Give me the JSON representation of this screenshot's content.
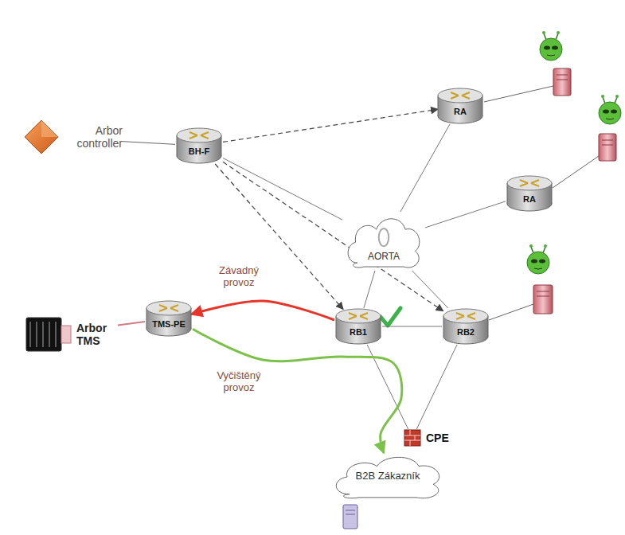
{
  "diagram": {
    "nodes": [
      {
        "text": [
          "Arbor controller"
        ]
      },
      {
        "text": [
          "BH-F"
        ]
      },
      {
        "text": [
          "RA"
        ]
      },
      {
        "text": [
          "RA"
        ]
      },
      {
        "text": [
          "AORTA"
        ]
      },
      {
        "text": [
          "TMS-PE"
        ]
      },
      {
        "text": [
          "RB1"
        ]
      },
      {
        "text": [
          "RB2"
        ]
      },
      {
        "text": [
          "Arbor TMS"
        ]
      },
      {
        "text": [
          "CPE"
        ]
      },
      {
        "text": [
          "B2B Zákazník"
        ]
      }
    ],
    "edges": [
      {
        "from": 0,
        "to": 1,
        "arrow": "none"
      },
      {
        "from": 1,
        "to": 2,
        "arrow": "to"
      },
      {
        "from": 1,
        "to": 6,
        "arrow": "to"
      },
      {
        "from": 1,
        "to": 7,
        "arrow": "to"
      },
      {
        "from": 1,
        "to": 4,
        "arrow": "none"
      },
      {
        "from": 2,
        "to": 4,
        "arrow": "none"
      },
      {
        "from": 3,
        "to": 4,
        "arrow": "none"
      },
      {
        "from": 4,
        "to": 6,
        "arrow": "none"
      },
      {
        "from": 4,
        "to": 7,
        "arrow": "none"
      },
      {
        "from": 6,
        "to": 7,
        "arrow": "none"
      },
      {
        "from": 6,
        "to": 9,
        "arrow": "none"
      },
      {
        "from": 7,
        "to": 9,
        "arrow": "none"
      },
      {
        "from": 5,
        "to": 8,
        "arrow": "none"
      },
      {
        "from": 6,
        "to": 5,
        "label": "Závadný provoz",
        "arrow": "to"
      },
      {
        "from": 5,
        "to": 10,
        "label": "Vyčištěný provoz",
        "arrow": "to"
      }
    ]
  }
}
